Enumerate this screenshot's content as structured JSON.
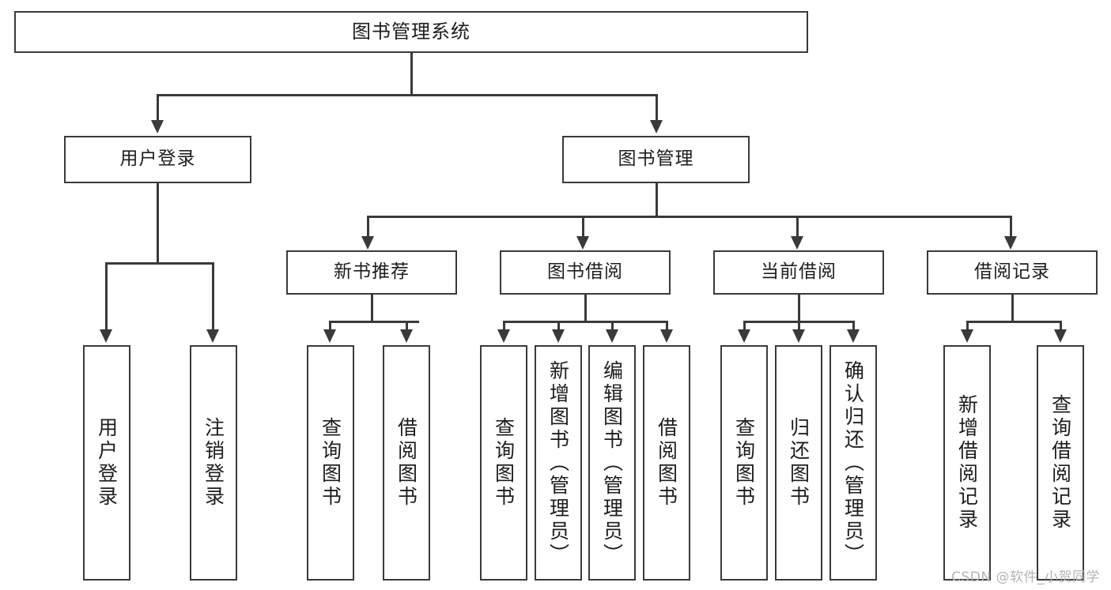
{
  "diagram": {
    "title": "图书管理系统",
    "type": "functional-structure-tree",
    "root": {
      "label": "图书管理系统"
    },
    "level2": [
      {
        "label": "用户登录"
      },
      {
        "label": "图书管理"
      }
    ],
    "level3": [
      {
        "label": "新书推荐"
      },
      {
        "label": "图书借阅"
      },
      {
        "label": "当前借阅"
      },
      {
        "label": "借阅记录"
      }
    ],
    "leaves": {
      "user_login": [
        {
          "label": "用户登录"
        },
        {
          "label": "注销登录"
        }
      ],
      "new_book_recommend": [
        {
          "label": "查询图书"
        },
        {
          "label": "借阅图书"
        }
      ],
      "book_borrow": [
        {
          "label": "查询图书"
        },
        {
          "label": "新增图书（管理员）"
        },
        {
          "label": "编辑图书（管理员）"
        },
        {
          "label": "借阅图书"
        }
      ],
      "current_borrow": [
        {
          "label": "查询图书"
        },
        {
          "label": "归还图书"
        },
        {
          "label": "确认归还（管理员）"
        }
      ],
      "borrow_record": [
        {
          "label": "新增借阅记录"
        },
        {
          "label": "查询借阅记录"
        }
      ]
    }
  },
  "watermark": {
    "text": "CSDN @软件_小贺同学"
  },
  "colors": {
    "stroke": "#3a3a3a",
    "background": "#ffffff",
    "text": "#1d1d1d",
    "watermark": "#b4b4b4"
  }
}
